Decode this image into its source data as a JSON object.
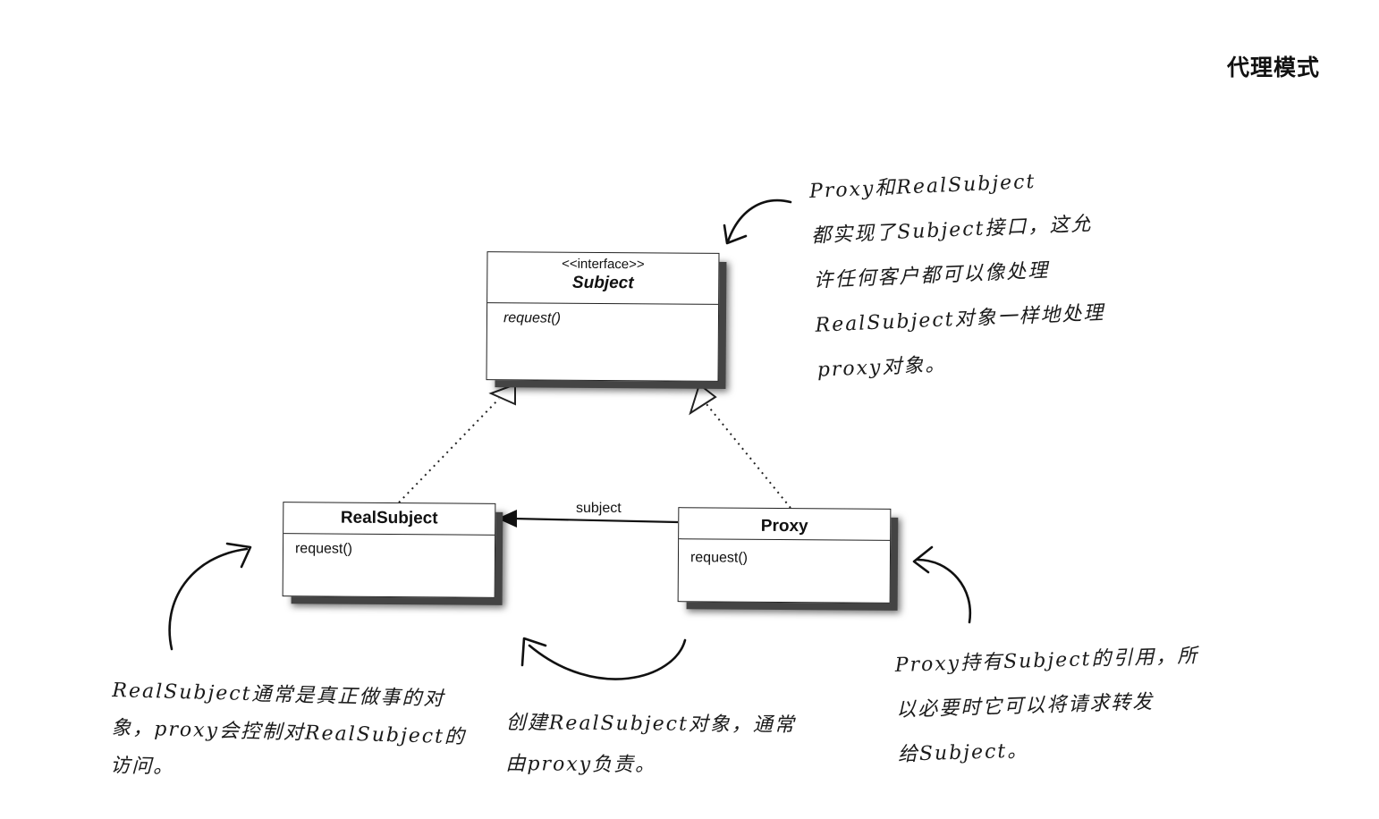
{
  "page_title": "代理模式",
  "classes": {
    "subject": {
      "stereotype": "<<interface>>",
      "name": "Subject",
      "method": "request()"
    },
    "real_subject": {
      "name": "RealSubject",
      "method": "request()"
    },
    "proxy": {
      "name": "Proxy",
      "method": "request()"
    }
  },
  "association_label": "subject",
  "notes": {
    "interface_note": "Proxy和RealSubject\n都实现了Subject接口，这允\n许任何客户都可以像处理\nRealSubject对象一样地处理\nproxy对象。",
    "real_subject_note": "RealSubject通常是真正做事的对\n象，proxy会控制对RealSubject的\n访问。",
    "create_note": "创建RealSubject对象，通常\n由proxy负责。",
    "proxy_note": "Proxy持有Subject的引用，所\n以必要时它可以将请求转发\n给Subject。"
  }
}
